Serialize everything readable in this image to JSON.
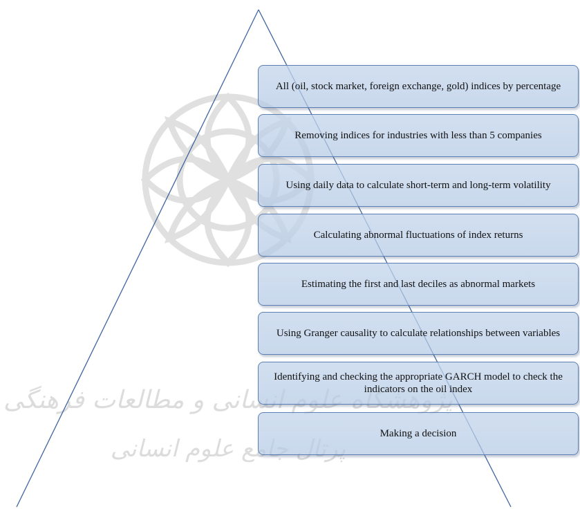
{
  "diagram": {
    "steps": [
      {
        "label": "All (oil, stock market, foreign exchange, gold) indices by percentage"
      },
      {
        "label": "Removing indices for industries with less than 5 companies"
      },
      {
        "label": "Using daily data to calculate short-term and long-term volatility"
      },
      {
        "label": "Calculating abnormal fluctuations of index returns"
      },
      {
        "label": "Estimating the first and last deciles as abnormal markets"
      },
      {
        "label": "Using Granger causality to calculate relationships between variables"
      },
      {
        "label": "Identifying and checking the appropriate GARCH model to check the indicators on the oil index"
      },
      {
        "label": "Making a decision"
      }
    ],
    "colors": {
      "box_fill": "#bcd1ea",
      "box_border": "#5b7fb1",
      "triangle_line": "#3f64a0",
      "watermark": "#d0d0d0"
    },
    "watermark": {
      "line1": "پژوهشگاه علوم انسانی و مطالعات فرهنگی",
      "line2": "پرتال جامع علوم انسانی"
    }
  }
}
